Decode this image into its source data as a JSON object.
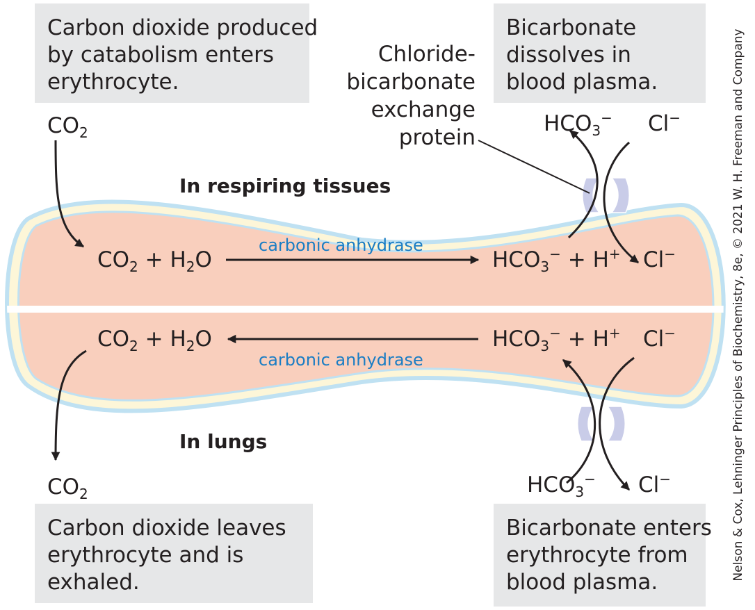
{
  "boxes": {
    "top_left": [
      "Carbon dioxide produced",
      "by catabolism enters",
      "erythrocyte."
    ],
    "top_right": [
      "Bicarbonate",
      "dissolves in",
      "blood plasma."
    ],
    "bottom_left": [
      "Carbon dioxide leaves",
      "erythrocyte and is",
      "exhaled."
    ],
    "bottom_right": [
      "Bicarbonate enters",
      "erythrocyte from",
      "blood plasma."
    ]
  },
  "protein_label": [
    "Chloride-",
    "bicarbonate",
    "exchange",
    "protein"
  ],
  "region_labels": {
    "top": "In respiring tissues",
    "bottom": "In lungs"
  },
  "enzyme": {
    "top": "carbonic anhydrase",
    "bottom": "carbonic anhydrase"
  },
  "formulas": {
    "co2_base": "CO",
    "co2_sub": "2",
    "plus": "+",
    "h2o_h": "H",
    "h2o_sub": "2",
    "h2o_o": "O",
    "hco3_base": "HCO",
    "hco3_sub": "3",
    "hco3_sup": "−",
    "h_base": "H",
    "h_sup": "+",
    "cl_base": "Cl",
    "cl_sup": "−"
  },
  "credit": "Nelson & Cox, Lehninger Principles of Biochemistry, 8e, © 2021 W. H. Freeman and Company",
  "colors": {
    "cytoplasm": "#f9cfbd",
    "membrane_outer": "#bfe1f2",
    "membrane_inner": "#fdf6d8",
    "protein": "#c9cce8",
    "enzyme_text": "#1a7dc4",
    "box_fill": "#e6e7e8"
  }
}
